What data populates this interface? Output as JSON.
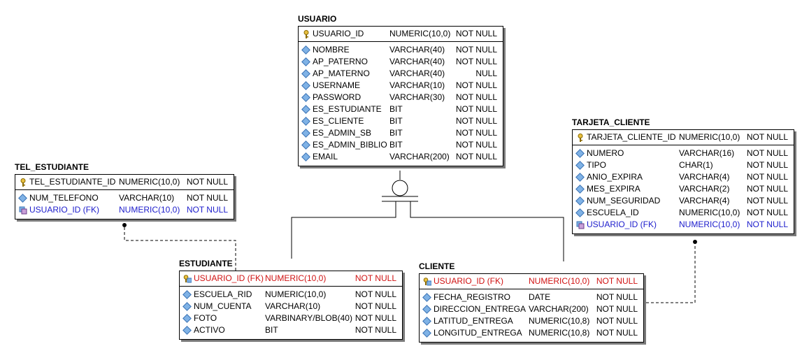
{
  "tables": {
    "usuario": {
      "name": "USUARIO",
      "pk": [
        {
          "name": "USUARIO_ID",
          "type": "NUMERIC(10,0)",
          "null": "NOT NULL"
        }
      ],
      "cols": [
        {
          "name": "NOMBRE",
          "type": "VARCHAR(40)",
          "null": "NOT NULL"
        },
        {
          "name": "AP_PATERNO",
          "type": "VARCHAR(40)",
          "null": "NOT NULL"
        },
        {
          "name": "AP_MATERNO",
          "type": "VARCHAR(40)",
          "null": "NULL"
        },
        {
          "name": "USERNAME",
          "type": "VARCHAR(10)",
          "null": "NOT NULL"
        },
        {
          "name": "PASSWORD",
          "type": "VARCHAR(30)",
          "null": "NOT NULL"
        },
        {
          "name": "ES_ESTUDIANTE",
          "type": "BIT",
          "null": "NOT NULL"
        },
        {
          "name": "ES_CLIENTE",
          "type": "BIT",
          "null": "NOT NULL"
        },
        {
          "name": "ES_ADMIN_SB",
          "type": "BIT",
          "null": "NOT NULL"
        },
        {
          "name": "ES_ADMIN_BIBLIO",
          "type": "BIT",
          "null": "NOT NULL"
        },
        {
          "name": "EMAIL",
          "type": "VARCHAR(200)",
          "null": "NOT NULL"
        }
      ]
    },
    "tel_estudiante": {
      "name": "TEL_ESTUDIANTE",
      "pk": [
        {
          "name": "TEL_ESTUDIANTE_ID",
          "type": "NUMERIC(10,0)",
          "null": "NOT NULL"
        }
      ],
      "cols": [
        {
          "name": "NUM_TELEFONO",
          "type": "VARCHAR(10)",
          "null": "NOT NULL"
        },
        {
          "name": "USUARIO_ID (FK)",
          "type": "NUMERIC(10,0)",
          "null": "NOT NULL"
        }
      ]
    },
    "tarjeta_cliente": {
      "name": "TARJETA_CLIENTE",
      "pk": [
        {
          "name": "TARJETA_CLIENTE_ID",
          "type": "NUMERIC(10,0)",
          "null": "NOT NULL"
        }
      ],
      "cols": [
        {
          "name": "NUMERO",
          "type": "VARCHAR(16)",
          "null": "NOT NULL"
        },
        {
          "name": "TIPO",
          "type": "CHAR(1)",
          "null": "NOT NULL"
        },
        {
          "name": "ANIO_EXPIRA",
          "type": "VARCHAR(4)",
          "null": "NOT NULL"
        },
        {
          "name": "MES_EXPIRA",
          "type": "VARCHAR(2)",
          "null": "NOT NULL"
        },
        {
          "name": "NUM_SEGURIDAD",
          "type": "VARCHAR(4)",
          "null": "NOT NULL"
        },
        {
          "name": "ESCUELA_ID",
          "type": "NUMERIC(10,0)",
          "null": "NOT NULL"
        },
        {
          "name": "USUARIO_ID (FK)",
          "type": "NUMERIC(10,0)",
          "null": "NOT NULL"
        }
      ]
    },
    "estudiante": {
      "name": "ESTUDIANTE",
      "pk": [
        {
          "name": "USUARIO_ID (FK)",
          "type": "NUMERIC(10,0)",
          "null": "NOT NULL"
        }
      ],
      "cols": [
        {
          "name": "ESCUELA_RID",
          "type": "NUMERIC(10,0)",
          "null": "NOT NULL"
        },
        {
          "name": "NUM_CUENTA",
          "type": "VARCHAR(10)",
          "null": "NOT NULL"
        },
        {
          "name": "FOTO",
          "type": "VARBINARY/BLOB(40)",
          "null": "NOT NULL"
        },
        {
          "name": "ACTIVO",
          "type": "BIT",
          "null": "NOT NULL"
        }
      ]
    },
    "cliente": {
      "name": "CLIENTE",
      "pk": [
        {
          "name": "USUARIO_ID (FK)",
          "type": "NUMERIC(10,0)",
          "null": "NOT NULL"
        }
      ],
      "cols": [
        {
          "name": "FECHA_REGISTRO",
          "type": "DATE",
          "null": "NOT NULL"
        },
        {
          "name": "DIRECCION_ENTREGA",
          "type": "VARCHAR(200)",
          "null": "NOT NULL"
        },
        {
          "name": "LATITUD_ENTREGA",
          "type": "NUMERIC(10,8)",
          "null": "NOT NULL"
        },
        {
          "name": "LONGITUD_ENTREGA",
          "type": "NUMERIC(10,8)",
          "null": "NOT NULL"
        }
      ]
    }
  },
  "colors": {
    "fk_text": "#1c1ccc",
    "pk_fk_text": "#d01212",
    "attr_icon": "#7fb2e6",
    "key_icon": "#d8a820"
  }
}
